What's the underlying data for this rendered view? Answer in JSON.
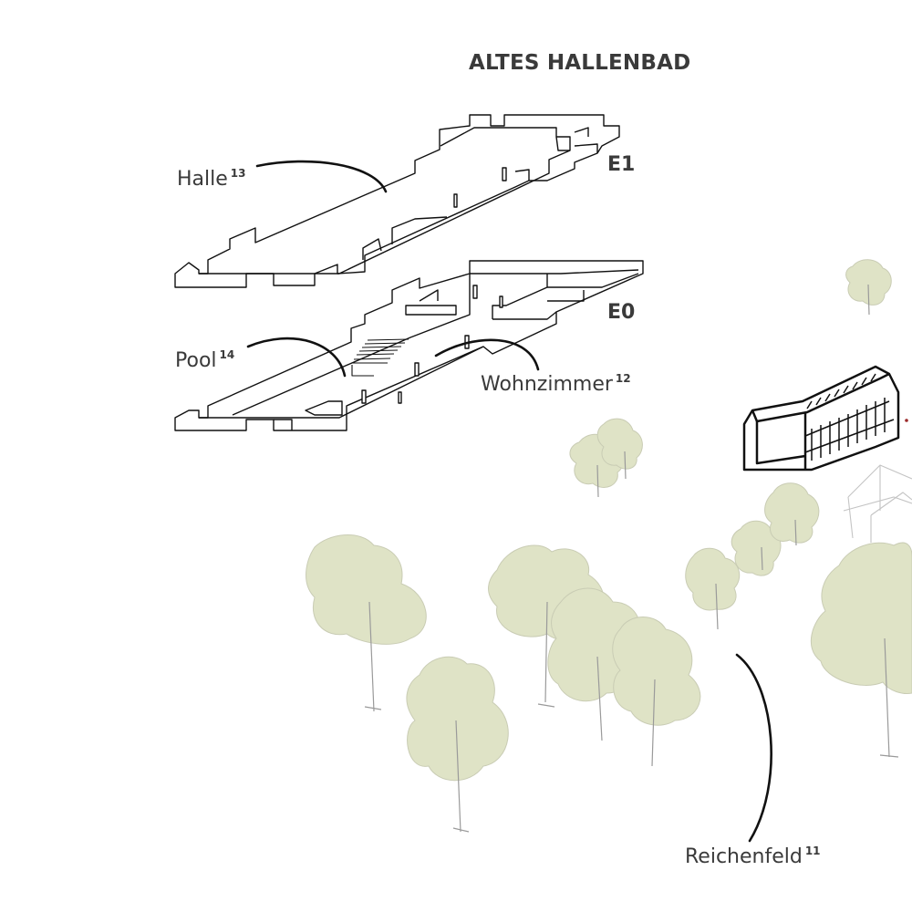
{
  "title": "ALTES HALLENBAD",
  "floors": {
    "upper": "E1",
    "ground": "E0"
  },
  "labels": {
    "halle": {
      "name": "Halle",
      "ref": "13"
    },
    "pool": {
      "name": "Pool",
      "ref": "14"
    },
    "wohnzimmer": {
      "name": "Wohnzimmer",
      "ref": "12"
    },
    "reichenfeld": {
      "name": "Reichenfeld",
      "ref": "11"
    }
  },
  "colors": {
    "text": "#3a3a3a",
    "line": "#111111",
    "foliage": "#dfe3c6",
    "trunk": "#9a9a9a",
    "dots": "#9b2a2a"
  }
}
